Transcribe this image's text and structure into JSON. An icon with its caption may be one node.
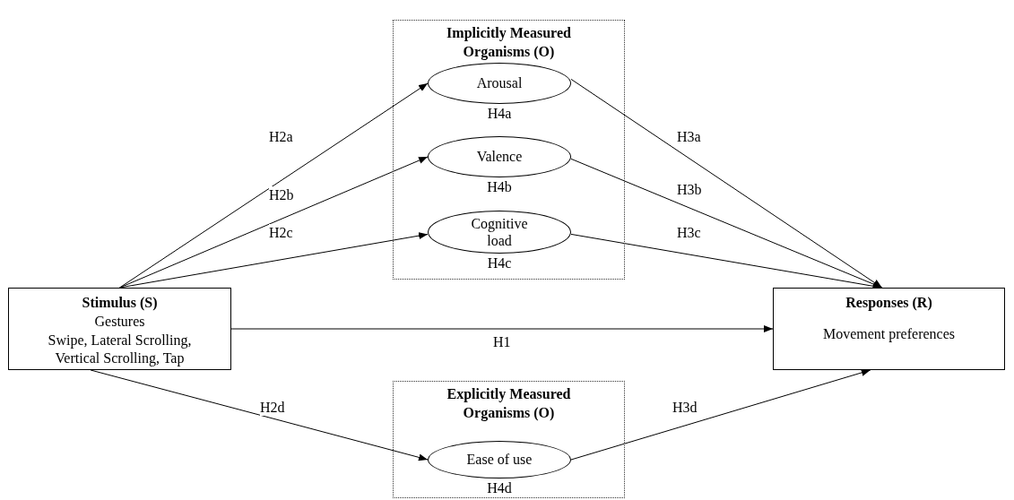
{
  "diagram": {
    "nodes": [
      {
        "text": [
          "Implicitly Measured Organisms (O)"
        ]
      },
      {
        "text": [
          "Arousal"
        ],
        "in": 0,
        "beside": [
          "H4a"
        ]
      },
      {
        "text": [
          "Valence"
        ],
        "in": 0,
        "beside": [
          "H4b"
        ]
      },
      {
        "text": [
          "Cognitive load"
        ],
        "in": 0,
        "beside": [
          "H4c"
        ]
      },
      {
        "text": [
          "Stimulus (S)",
          "Gestures",
          "Swipe, Lateral Scrolling, Vertical Scrolling, Tap"
        ]
      },
      {
        "text": [
          "Responses (R)",
          "Movement preferences"
        ]
      },
      {
        "text": [
          "Explicitly Measured Organisms (O)"
        ]
      },
      {
        "text": [
          "Ease of use"
        ],
        "in": 6,
        "beside": [
          "H4d"
        ]
      }
    ],
    "edges": [
      {
        "from": 4,
        "to": 1,
        "arrow": "to",
        "label": "H2a"
      },
      {
        "from": 4,
        "to": 2,
        "arrow": "to",
        "label": "H2b"
      },
      {
        "from": 4,
        "to": 3,
        "arrow": "to",
        "label": "H2c"
      },
      {
        "from": 4,
        "to": 5,
        "arrow": "to",
        "label": "H1"
      },
      {
        "from": 4,
        "to": 7,
        "arrow": "to",
        "label": "H2d"
      },
      {
        "from": 1,
        "to": 5,
        "arrow": "to",
        "label": "H3a"
      },
      {
        "from": 2,
        "to": 5,
        "arrow": "to",
        "label": "H3b"
      },
      {
        "from": 3,
        "to": 5,
        "arrow": "to",
        "label": "H3c"
      },
      {
        "from": 7,
        "to": 5,
        "arrow": "to",
        "label": "H3d"
      }
    ]
  }
}
